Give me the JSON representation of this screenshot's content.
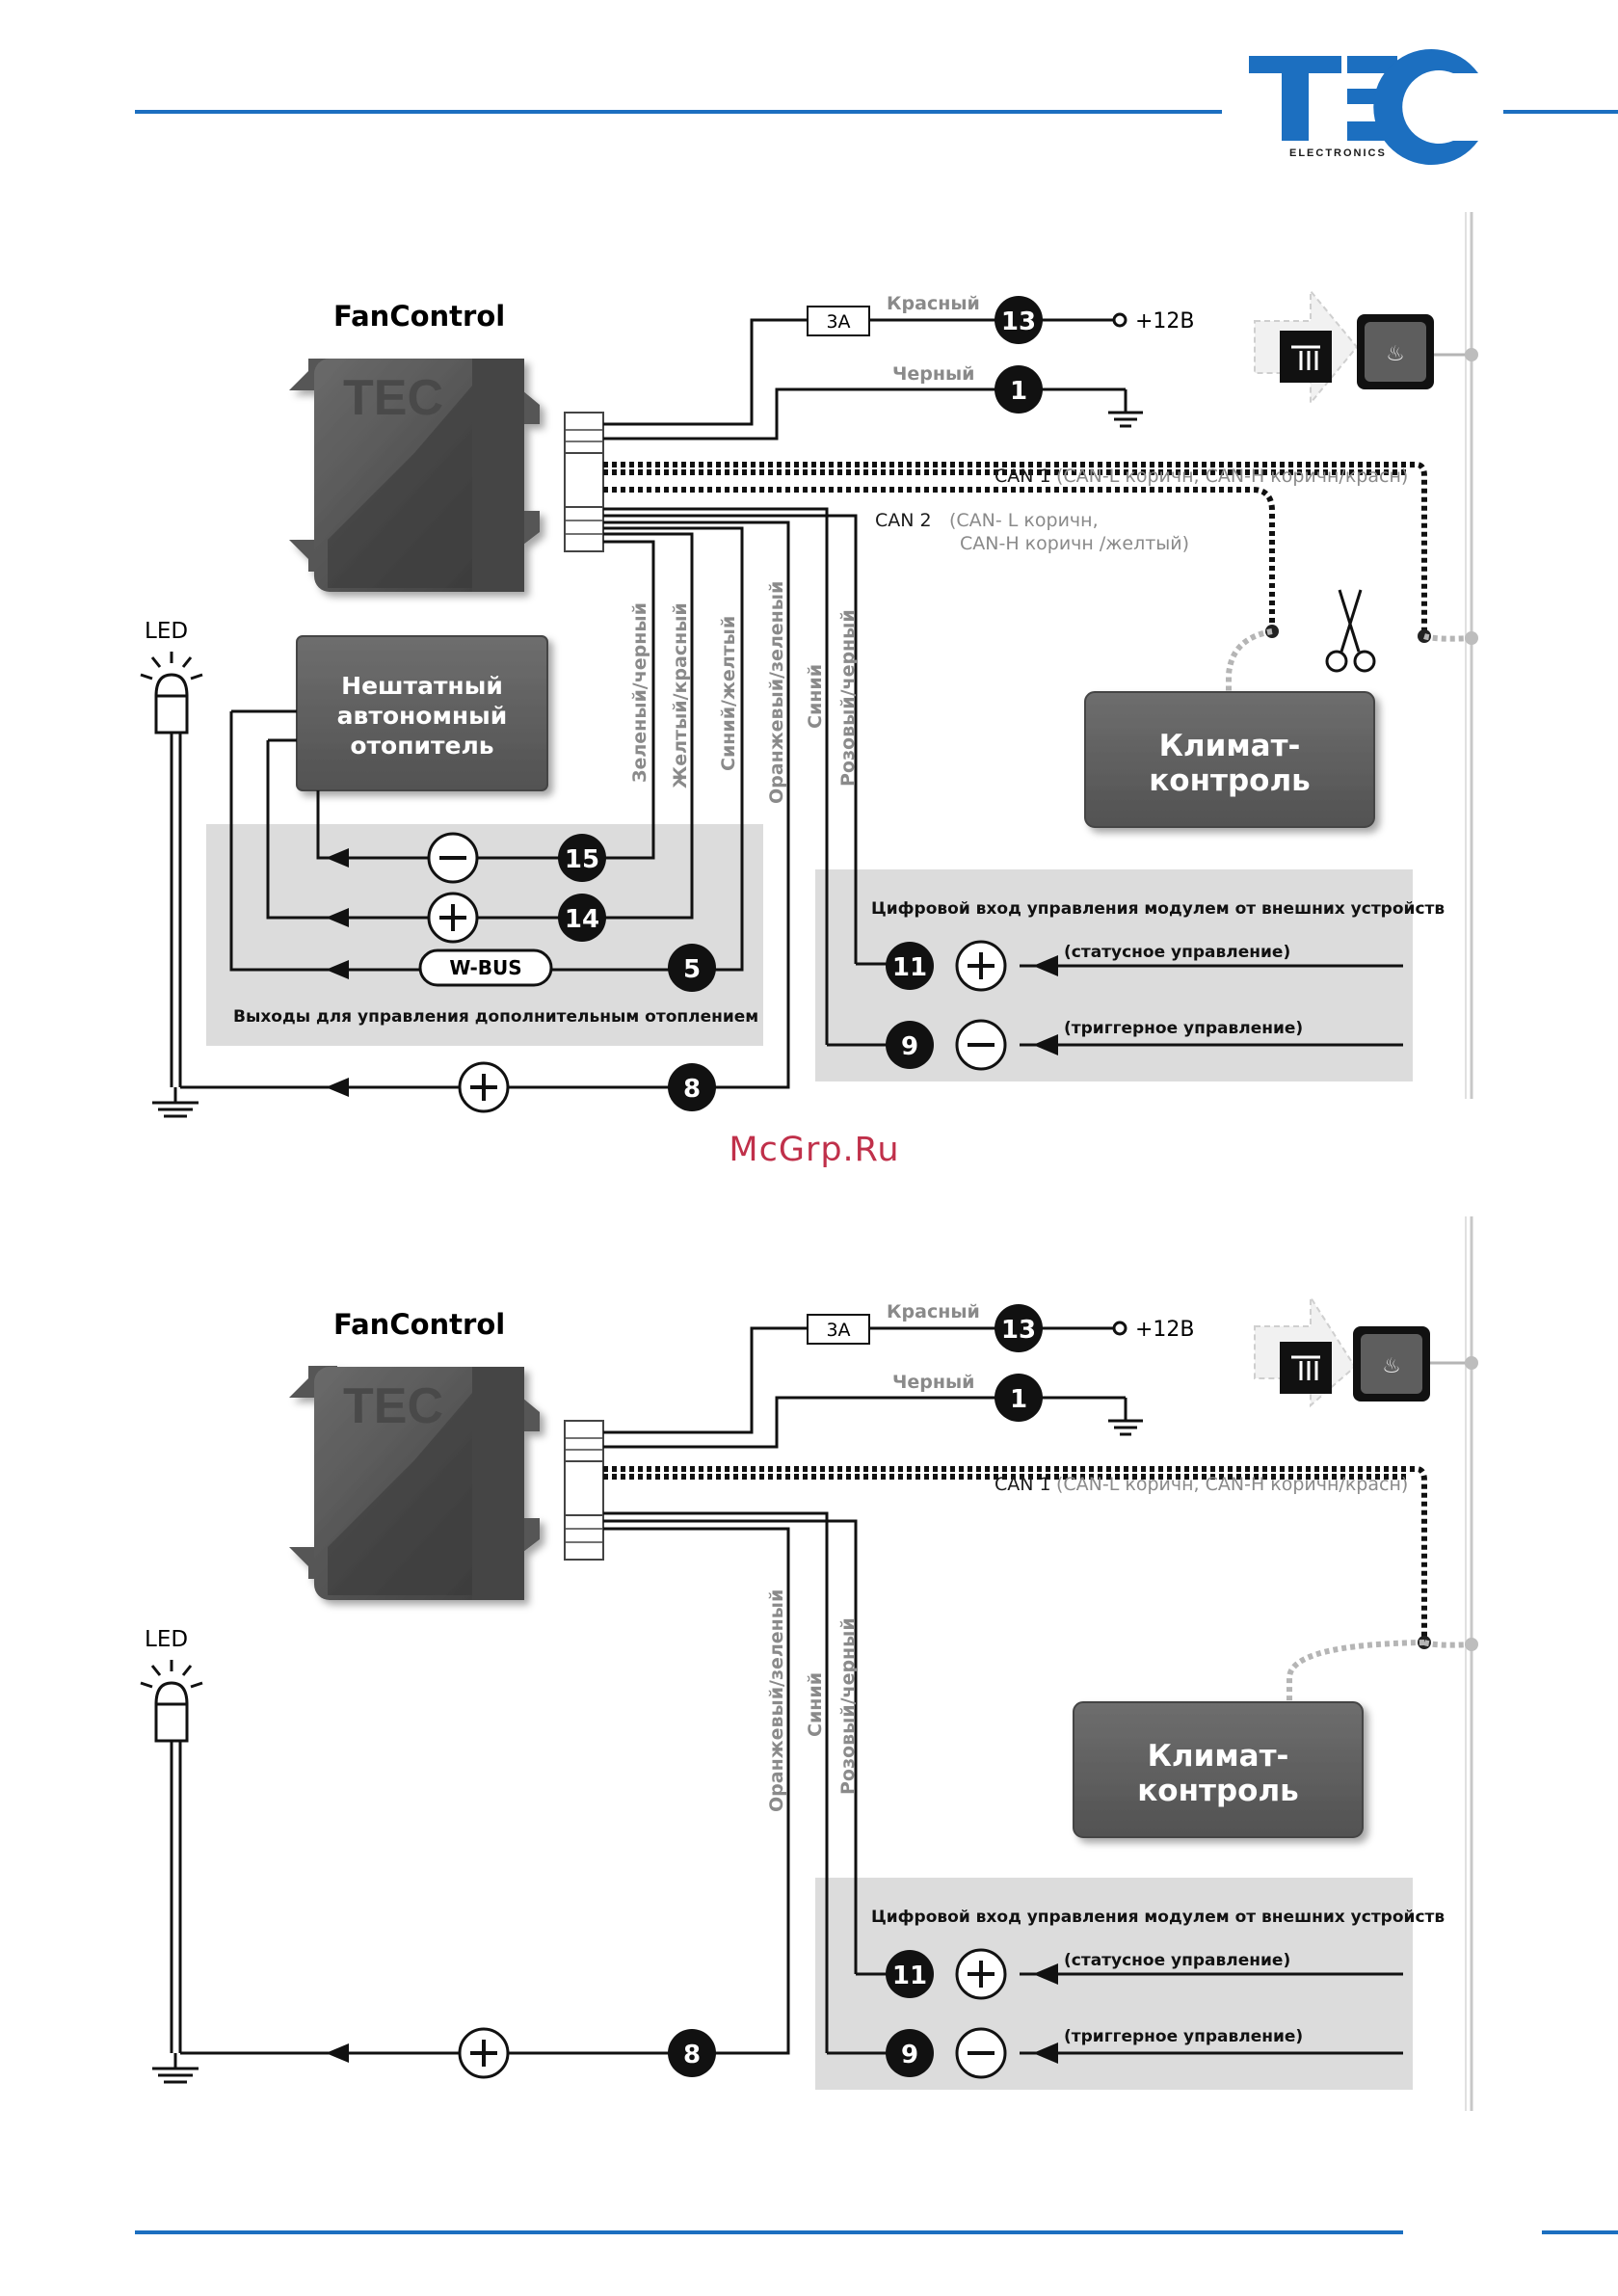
{
  "brand": {
    "logo_word": "TEC",
    "logo_sub": "ELECTRONICS",
    "accent": "#1c6fc0"
  },
  "watermark": "McGrp.Ru",
  "top": {
    "device": "FanControl",
    "fuse": "3A",
    "red_wire": "Красный",
    "black_wire": "Черный",
    "pin_13": "13",
    "pin_1": "1",
    "plus12": "+12B",
    "can1_prefix": "CAN 1",
    "can1_detail": "(CAN-L коричн, CAN-H коричн/красн)",
    "can2_prefix": "CAN 2",
    "can2_line1": "(CAN- L коричн,",
    "can2_line2": "CAN-H коричн /желтый)",
    "led": "LED",
    "heater_lines": [
      "Нештатный",
      "автономный",
      "отопитель"
    ],
    "wires": [
      "Зеленый/черный",
      "Желтый/красный",
      "Синий/желтый",
      "Оранжевый/зеленый",
      "Синий",
      "Розовый/черный"
    ],
    "pin_15": "15",
    "pin_14": "14",
    "pin_5": "5",
    "pin_8": "8",
    "pin_11": "11",
    "pin_9": "9",
    "wbus": "W-BUS",
    "outputs_caption": "Выходы для управления дополнительным отоплением",
    "climate_lines": [
      "Климат-",
      "контроль"
    ],
    "digital_caption": "Цифровой вход управления модулем от внешних устройств",
    "status_ctrl": "(статусное управление)",
    "trigger_ctrl": "(триггерное управление)"
  },
  "bottom": {
    "device": "FanControl",
    "fuse": "3A",
    "red_wire": "Красный",
    "black_wire": "Черный",
    "pin_13": "13",
    "pin_1": "1",
    "plus12": "+12B",
    "can1_prefix": "CAN 1",
    "can1_detail": "(CAN-L коричн, CAN-H коричн/красн)",
    "led": "LED",
    "wires": [
      "Оранжевый/зеленый",
      "Синий",
      "Розовый/черный"
    ],
    "pin_8": "8",
    "pin_11": "11",
    "pin_9": "9",
    "climate_lines": [
      "Климат-",
      "контроль"
    ],
    "digital_caption": "Цифровой вход управления модулем от внешних устройств",
    "status_ctrl": "(статусное управление)",
    "trigger_ctrl": "(триггерное управление)"
  }
}
